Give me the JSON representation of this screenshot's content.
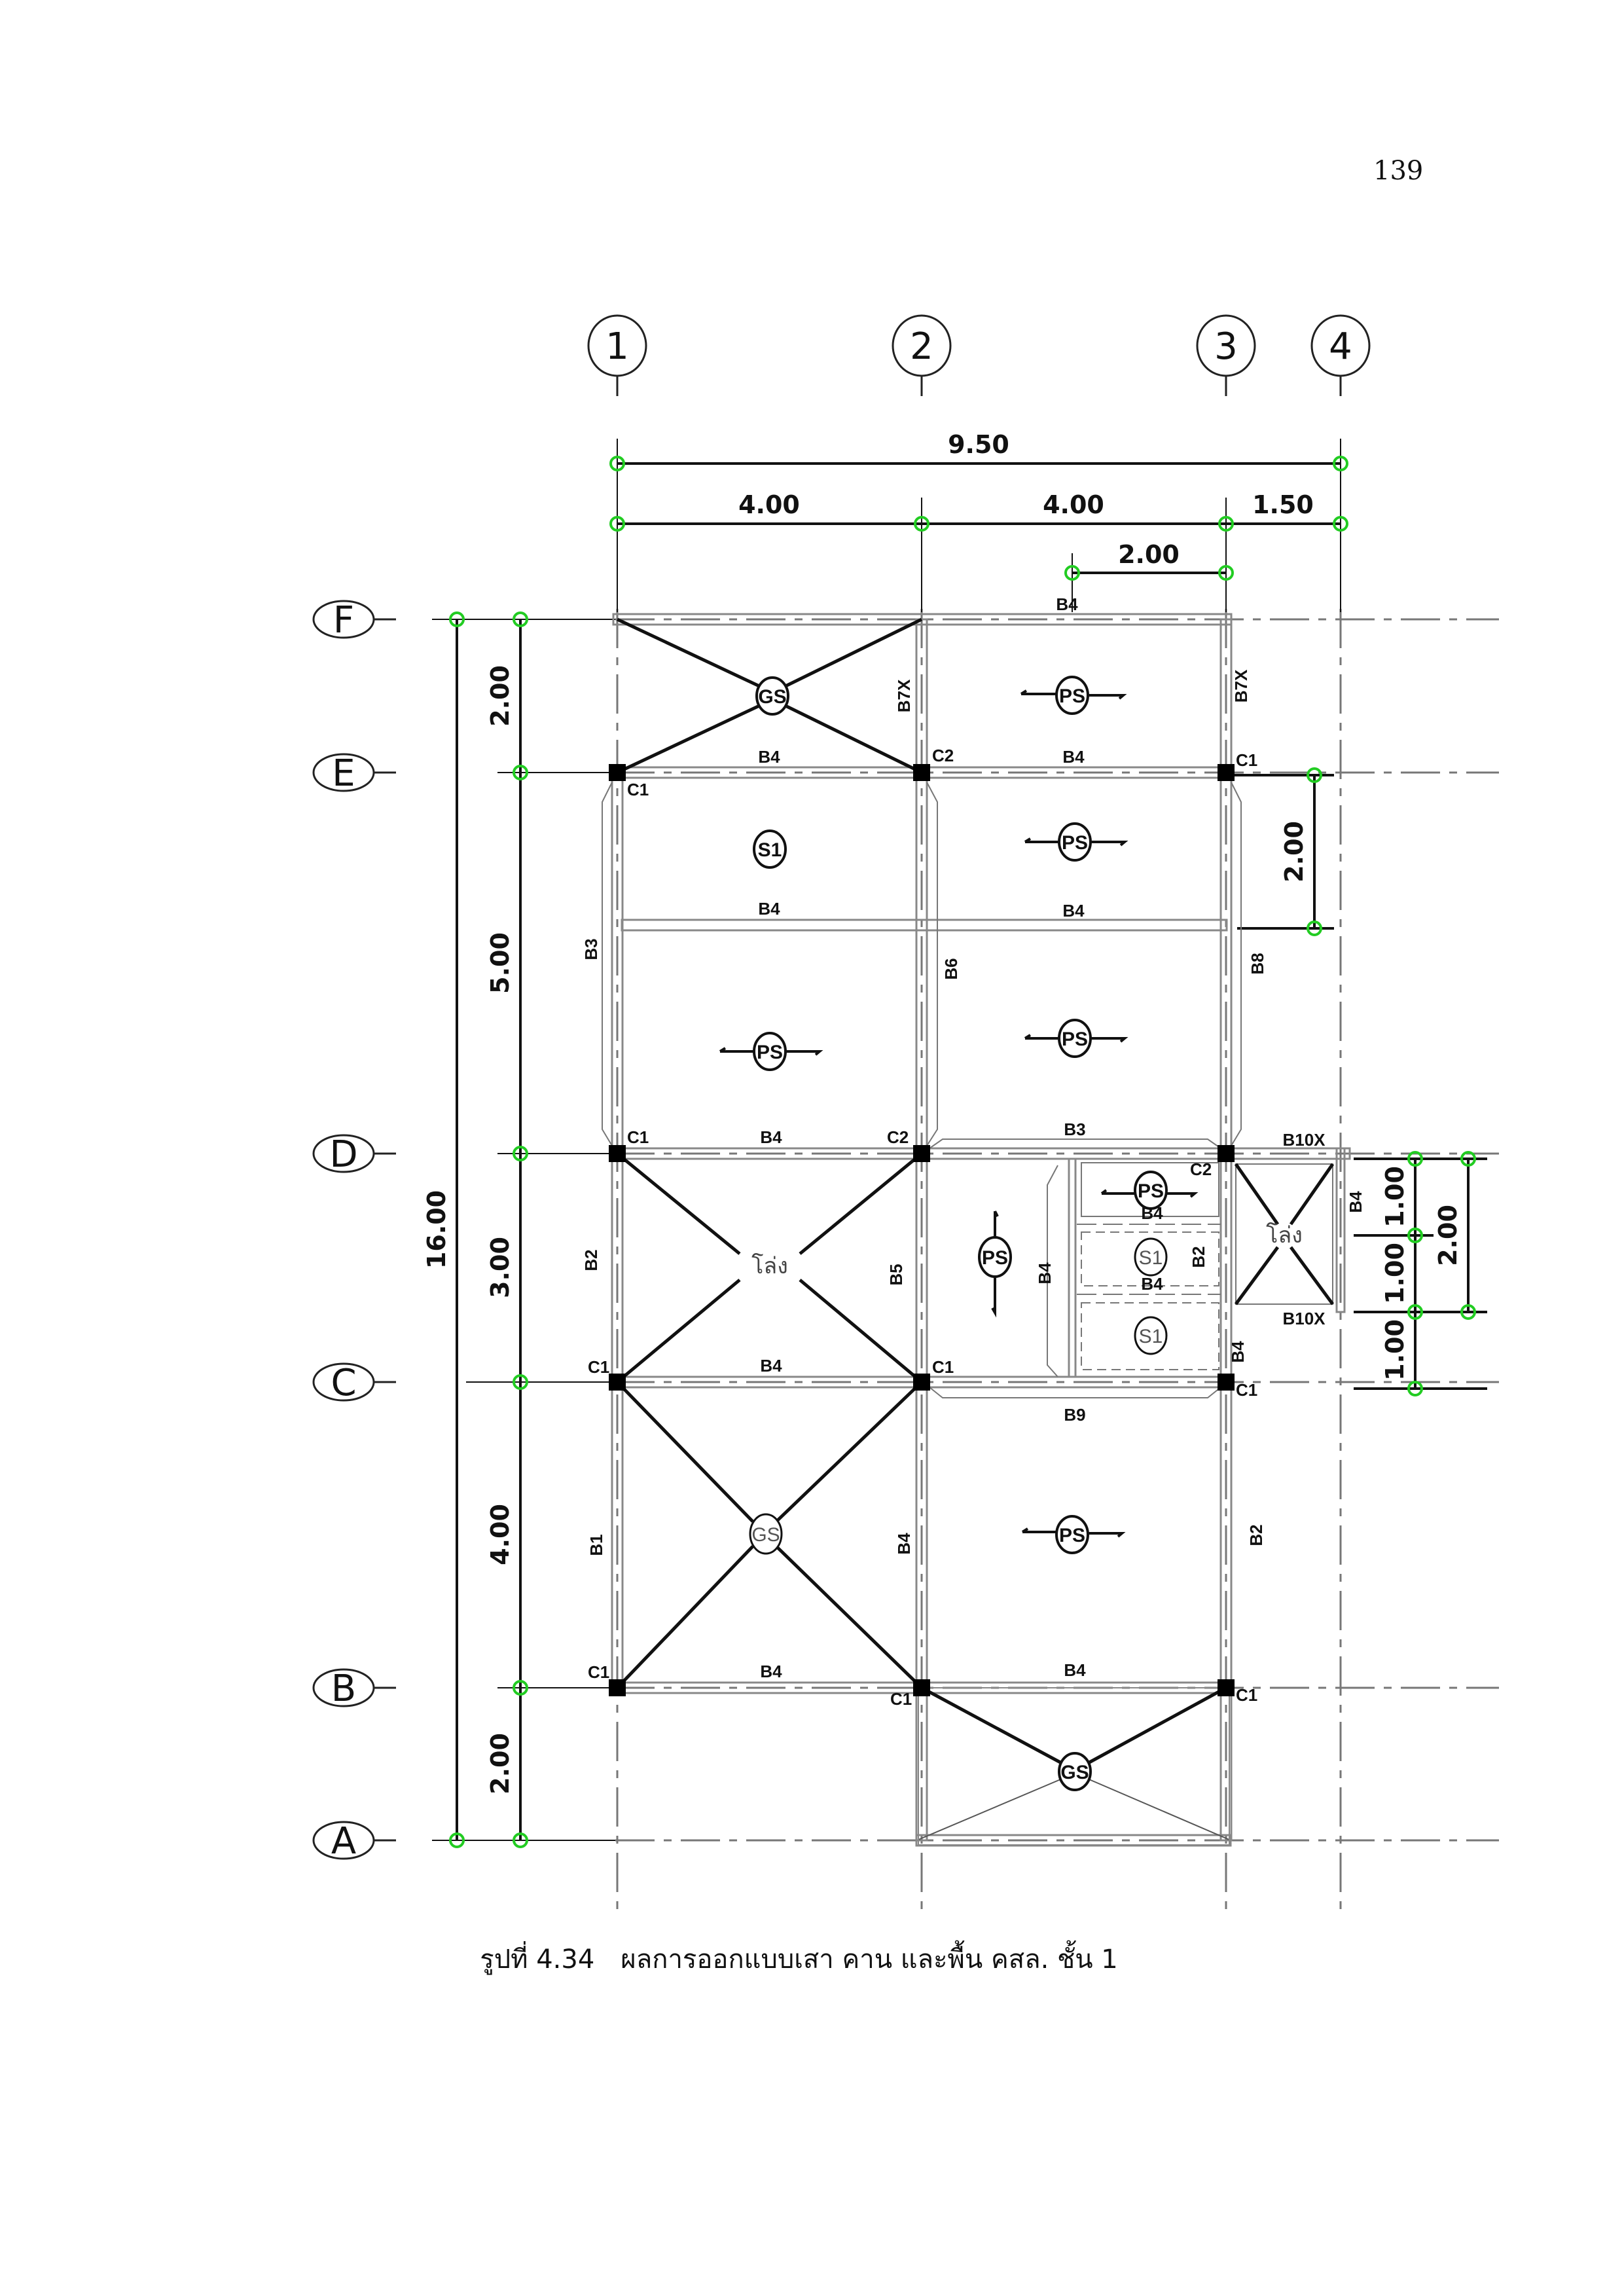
{
  "page": {
    "number": "139"
  },
  "caption": {
    "figure_label": "รูปที่ 4.34",
    "text": "ผลการออกแบบเสา คาน และพื้น คสล. ชั้น 1"
  },
  "colors": {
    "line": "#111111",
    "beam_outline": "#888888",
    "grid_line": "#777777",
    "dim_node": "#22cc22"
  },
  "plan": {
    "column_axes": [
      {
        "label": "1",
        "pos_m": 0.0
      },
      {
        "label": "2",
        "pos_m": 4.0
      },
      {
        "label": "3",
        "pos_m": 8.0
      },
      {
        "label": "4",
        "pos_m": 9.5
      }
    ],
    "row_axes": [
      {
        "label": "F",
        "pos_m": 16.0
      },
      {
        "label": "E",
        "pos_m": 14.0
      },
      {
        "label": "D",
        "pos_m": 9.0
      },
      {
        "label": "C",
        "pos_m": 6.0
      },
      {
        "label": "B",
        "pos_m": 2.0
      },
      {
        "label": "A",
        "pos_m": 0.0
      }
    ],
    "dimensions": {
      "top_overall": "9.50",
      "top_spans": [
        "4.00",
        "4.00",
        "1.50"
      ],
      "top_partial": "2.00",
      "left_overall": "16.00",
      "left_spans": [
        "2.00",
        "5.00",
        "3.00",
        "4.00",
        "2.00"
      ],
      "right_upper": "2.00",
      "right_stair_spans": [
        "1.00",
        "1.00",
        "1.00"
      ],
      "right_stair_total": "2.00"
    },
    "columns": [
      {
        "label": "C1",
        "at": "1-E"
      },
      {
        "label": "C2",
        "at": "2-E"
      },
      {
        "label": "C1",
        "at": "3-E"
      },
      {
        "label": "C1",
        "at": "1-D"
      },
      {
        "label": "C2",
        "at": "2-D"
      },
      {
        "label": "C2",
        "at": "3-D"
      },
      {
        "label": "C1",
        "at": "1-C"
      },
      {
        "label": "C1",
        "at": "2-C"
      },
      {
        "label": "C1",
        "at": "3-C"
      },
      {
        "label": "C1",
        "at": "1-B"
      },
      {
        "label": "C1",
        "at": "2-B"
      },
      {
        "label": "C1",
        "at": "3-B"
      }
    ],
    "beams": {
      "top_f": "B4",
      "e_12": "B4",
      "e_23": "B4",
      "mid_12": "B4",
      "mid_23": "B4",
      "d_12": "B4",
      "d_23": "B3",
      "c_12": "B4",
      "c_23": "B9",
      "b_12": "B4",
      "b_23": "B4",
      "f_e_2": "B7X",
      "f_e_3": "B7X",
      "e_d_1": "B3",
      "e_d_2": "B6",
      "e_d_3": "B8",
      "d_c_1": "B2",
      "d_c_2": "B5",
      "d_c_inner": "B4",
      "d_c_stair": "B2",
      "c_b_1": "B1",
      "c_b_2": "B4",
      "c_b_3": "B2",
      "stair_top": "B10X",
      "stair_bottom": "B10X",
      "stair_side": "B4",
      "sub_1": "B4",
      "sub_2": "B4",
      "c3_side": "B4"
    },
    "slabs": {
      "fe_12": "GS",
      "fe_23": "PS",
      "e_mid_12": "S1",
      "e_mid_23": "PS",
      "mid_d_12": "PS",
      "mid_d_23": "PS",
      "dc_void": "โล่ง",
      "dc_ps": "PS",
      "dc_sub_ps": "PS",
      "dc_sub_s1": "S1",
      "c_sub_s1": "S1",
      "stair_void": "โล่ง",
      "cb_12": "GS",
      "cb_23": "PS",
      "ba_23": "GS"
    }
  }
}
